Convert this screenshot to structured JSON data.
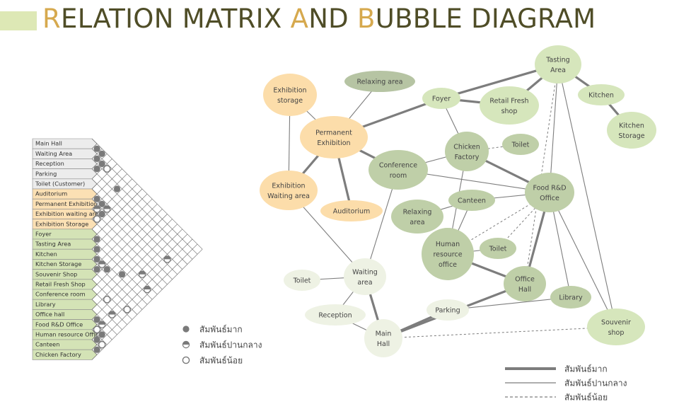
{
  "title": {
    "parts": [
      {
        "text": "R",
        "accent": true
      },
      {
        "text": "ELATION MATRIX ",
        "accent": false
      },
      {
        "text": "A",
        "accent": true
      },
      {
        "text": "ND ",
        "accent": false
      },
      {
        "text": "B",
        "accent": true
      },
      {
        "text": "UBBLE DIAGRAM",
        "accent": false
      }
    ]
  },
  "colors": {
    "title_text": "#4f4d27",
    "title_accent": "#d6a94e",
    "row_grey": "#ececec",
    "row_orange": "#fbe0b4",
    "row_green": "#d4e3b6",
    "dot": "#7a7a7a",
    "node_orange": "#fcddaa",
    "node_green_light": "#d6e6bc",
    "node_green": "#bfcfa8",
    "node_sage": "#b6c4a3",
    "node_pale": "#eef2e4",
    "line": "#7d7d7d"
  },
  "matrix": {
    "rows": [
      {
        "label": "Main Hall",
        "group": "grey"
      },
      {
        "label": "Waiting Area",
        "group": "grey"
      },
      {
        "label": "Reception",
        "group": "grey"
      },
      {
        "label": "Parking",
        "group": "grey"
      },
      {
        "label": "Toilet (Customer)",
        "group": "grey"
      },
      {
        "label": "Auditorium",
        "group": "orange"
      },
      {
        "label": "Permanent Exhibition",
        "group": "orange"
      },
      {
        "label": "Exhibition waiting area",
        "group": "orange"
      },
      {
        "label": "Exhibition Storage",
        "group": "orange"
      },
      {
        "label": "Foyer",
        "group": "green"
      },
      {
        "label": "Tasting Area",
        "group": "green"
      },
      {
        "label": "Kitchen",
        "group": "green"
      },
      {
        "label": "Kitchen Storage",
        "group": "green"
      },
      {
        "label": "Souvenir Shop",
        "group": "green"
      },
      {
        "label": "Retail Fresh Shop",
        "group": "green"
      },
      {
        "label": "Conference room",
        "group": "green"
      },
      {
        "label": "Library",
        "group": "green"
      },
      {
        "label": "Office hall",
        "group": "green"
      },
      {
        "label": "Food R&D Office",
        "group": "green"
      },
      {
        "label": "Human resource Office",
        "group": "green"
      },
      {
        "label": "Canteen",
        "group": "green"
      },
      {
        "label": "Chicken Factory",
        "group": "green"
      }
    ],
    "relations": [
      {
        "a": 0,
        "b": 1,
        "level": "strong"
      },
      {
        "a": 0,
        "b": 2,
        "level": "strong"
      },
      {
        "a": 1,
        "b": 2,
        "level": "strong"
      },
      {
        "a": 1,
        "b": 3,
        "level": "strong"
      },
      {
        "a": 2,
        "b": 3,
        "level": "strong"
      },
      {
        "a": 1,
        "b": 4,
        "level": "weak"
      },
      {
        "a": 2,
        "b": 7,
        "level": "strong"
      },
      {
        "a": 5,
        "b": 6,
        "level": "strong"
      },
      {
        "a": 5,
        "b": 7,
        "level": "strong"
      },
      {
        "a": 5,
        "b": 8,
        "level": "medium"
      },
      {
        "a": 6,
        "b": 7,
        "level": "medium"
      },
      {
        "a": 6,
        "b": 8,
        "level": "strong"
      },
      {
        "a": 7,
        "b": 8,
        "level": "weak"
      },
      {
        "a": 9,
        "b": 10,
        "level": "strong"
      },
      {
        "a": 10,
        "b": 11,
        "level": "strong"
      },
      {
        "a": 11,
        "b": 12,
        "level": "strong"
      },
      {
        "a": 11,
        "b": 13,
        "level": "medium"
      },
      {
        "a": 11,
        "b": 14,
        "level": "strong"
      },
      {
        "a": 12,
        "b": 13,
        "level": "strong"
      },
      {
        "a": 4,
        "b": 19,
        "level": "medium"
      },
      {
        "a": 8,
        "b": 18,
        "level": "medium"
      },
      {
        "a": 9,
        "b": 20,
        "level": "medium"
      },
      {
        "a": 10,
        "b": 16,
        "level": "strong"
      },
      {
        "a": 17,
        "b": 18,
        "level": "strong"
      },
      {
        "a": 17,
        "b": 19,
        "level": "medium"
      },
      {
        "a": 18,
        "b": 19,
        "level": "weak"
      },
      {
        "a": 18,
        "b": 20,
        "level": "strong"
      },
      {
        "a": 19,
        "b": 20,
        "level": "strong"
      },
      {
        "a": 19,
        "b": 21,
        "level": "weak"
      },
      {
        "a": 20,
        "b": 21,
        "level": "strong"
      },
      {
        "a": 14,
        "b": 17,
        "level": "weak"
      },
      {
        "a": 15,
        "b": 19,
        "level": "medium"
      },
      {
        "a": 13,
        "b": 20,
        "level": "weak"
      }
    ],
    "legend": [
      {
        "level": "strong",
        "label": "สัมพันธ์มาก"
      },
      {
        "level": "medium",
        "label": "สัมพันธ์ปานกลาง"
      },
      {
        "level": "weak",
        "label": "สัมพันธ์น้อย"
      }
    ]
  },
  "bubble": {
    "nodes": [
      {
        "id": "exh_storage",
        "lines": [
          "Exhibition",
          "storage"
        ],
        "color": "orange"
      },
      {
        "id": "perm_exh",
        "lines": [
          "Permanent",
          "Exhibition"
        ],
        "color": "orange"
      },
      {
        "id": "exh_wait",
        "lines": [
          "Exhibition",
          "Waiting area"
        ],
        "color": "orange"
      },
      {
        "id": "auditorium",
        "lines": [
          "Auditorium"
        ],
        "color": "orange"
      },
      {
        "id": "relax_top",
        "lines": [
          "Relaxing area"
        ],
        "color": "sage"
      },
      {
        "id": "foyer",
        "lines": [
          "Foyer"
        ],
        "color": "green_light"
      },
      {
        "id": "retail",
        "lines": [
          "Retail Fresh",
          "shop"
        ],
        "color": "green_light"
      },
      {
        "id": "tasting",
        "lines": [
          "Tasting",
          "Area"
        ],
        "color": "green_light"
      },
      {
        "id": "kitchen",
        "lines": [
          "Kitchen"
        ],
        "color": "green_light"
      },
      {
        "id": "kitchen_storage",
        "lines": [
          "Kitchen",
          "Storage"
        ],
        "color": "green_light"
      },
      {
        "id": "chicken",
        "lines": [
          "Chicken",
          "Factory"
        ],
        "color": "green"
      },
      {
        "id": "toilet_r",
        "lines": [
          "Toilet"
        ],
        "color": "green"
      },
      {
        "id": "conference",
        "lines": [
          "Conference",
          "room"
        ],
        "color": "green"
      },
      {
        "id": "food_rd",
        "lines": [
          "Food  R&D",
          "Office"
        ],
        "color": "green"
      },
      {
        "id": "relax_mid",
        "lines": [
          "Relaxing",
          "area"
        ],
        "color": "green"
      },
      {
        "id": "canteen",
        "lines": [
          "Canteen"
        ],
        "color": "green"
      },
      {
        "id": "hr",
        "lines": [
          "Human",
          "resource",
          "office"
        ],
        "color": "green"
      },
      {
        "id": "toilet_m",
        "lines": [
          "Toilet"
        ],
        "color": "green"
      },
      {
        "id": "office_hall",
        "lines": [
          "Office",
          "Hall"
        ],
        "color": "green"
      },
      {
        "id": "library",
        "lines": [
          "Library"
        ],
        "color": "green"
      },
      {
        "id": "souvenir",
        "lines": [
          "Souvenir",
          "shop"
        ],
        "color": "green_light"
      },
      {
        "id": "parking",
        "lines": [
          "Parking"
        ],
        "color": "pale"
      },
      {
        "id": "main_hall",
        "lines": [
          "Main",
          "Hall"
        ],
        "color": "pale"
      },
      {
        "id": "waiting",
        "lines": [
          "Waiting",
          "area"
        ],
        "color": "pale"
      },
      {
        "id": "toilet_l",
        "lines": [
          "Toilet"
        ],
        "color": "pale"
      },
      {
        "id": "reception",
        "lines": [
          "Reception"
        ],
        "color": "pale"
      }
    ],
    "edges": [
      {
        "a": "foyer",
        "b": "tasting",
        "level": "strong"
      },
      {
        "a": "perm_exh",
        "b": "foyer",
        "level": "strong"
      },
      {
        "a": "foyer",
        "b": "retail",
        "level": "strong"
      },
      {
        "a": "retail",
        "b": "tasting",
        "level": "strong"
      },
      {
        "a": "tasting",
        "b": "kitchen",
        "level": "strong"
      },
      {
        "a": "kitchen",
        "b": "kitchen_storage",
        "level": "strong"
      },
      {
        "a": "perm_exh",
        "b": "conference",
        "level": "strong"
      },
      {
        "a": "perm_exh",
        "b": "auditorium",
        "level": "strong"
      },
      {
        "a": "perm_exh",
        "b": "exh_wait",
        "level": "strong"
      },
      {
        "a": "chicken",
        "b": "food_rd",
        "level": "strong"
      },
      {
        "a": "food_rd",
        "b": "office_hall",
        "level": "strong"
      },
      {
        "a": "hr",
        "b": "office_hall",
        "level": "strong"
      },
      {
        "a": "main_hall",
        "b": "office_hall",
        "level": "strong"
      },
      {
        "a": "main_hall",
        "b": "parking",
        "level": "strong"
      },
      {
        "a": "waiting",
        "b": "main_hall",
        "level": "strong"
      },
      {
        "a": "exh_storage",
        "b": "perm_exh",
        "level": "medium"
      },
      {
        "a": "exh_storage",
        "b": "exh_wait",
        "level": "medium"
      },
      {
        "a": "relax_top",
        "b": "perm_exh",
        "level": "medium"
      },
      {
        "a": "foyer",
        "b": "chicken",
        "level": "medium"
      },
      {
        "a": "exh_wait",
        "b": "waiting",
        "level": "medium"
      },
      {
        "a": "conference",
        "b": "waiting",
        "level": "medium"
      },
      {
        "a": "conference",
        "b": "food_rd",
        "level": "medium"
      },
      {
        "a": "chicken",
        "b": "conference",
        "level": "medium"
      },
      {
        "a": "chicken",
        "b": "hr",
        "level": "medium"
      },
      {
        "a": "canteen",
        "b": "food_rd",
        "level": "medium"
      },
      {
        "a": "canteen",
        "b": "relax_mid",
        "level": "medium"
      },
      {
        "a": "canteen",
        "b": "hr",
        "level": "medium"
      },
      {
        "a": "hr",
        "b": "toilet_m",
        "level": "medium"
      },
      {
        "a": "toilet_l",
        "b": "waiting",
        "level": "medium"
      },
      {
        "a": "waiting",
        "b": "reception",
        "level": "medium"
      },
      {
        "a": "reception",
        "b": "main_hall",
        "level": "medium"
      },
      {
        "a": "parking",
        "b": "library",
        "level": "medium"
      },
      {
        "a": "food_rd",
        "b": "library",
        "level": "medium"
      },
      {
        "a": "food_rd",
        "b": "souvenir",
        "level": "medium"
      },
      {
        "a": "tasting",
        "b": "food_rd",
        "level": "medium"
      },
      {
        "a": "tasting",
        "b": "souvenir",
        "level": "medium"
      },
      {
        "a": "chicken",
        "b": "toilet_r",
        "level": "weak"
      },
      {
        "a": "food_rd",
        "b": "hr",
        "level": "weak"
      },
      {
        "a": "food_rd",
        "b": "toilet_m",
        "level": "weak"
      },
      {
        "a": "main_hall",
        "b": "souvenir",
        "level": "weak"
      },
      {
        "a": "tasting",
        "b": "office_hall",
        "level": "weak"
      }
    ],
    "legend": [
      {
        "level": "strong",
        "label": "สัมพันธ์มาก"
      },
      {
        "level": "medium",
        "label": "สัมพันธ์ปานกลาง"
      },
      {
        "level": "weak",
        "label": "สัมพันธ์น้อย"
      }
    ]
  }
}
